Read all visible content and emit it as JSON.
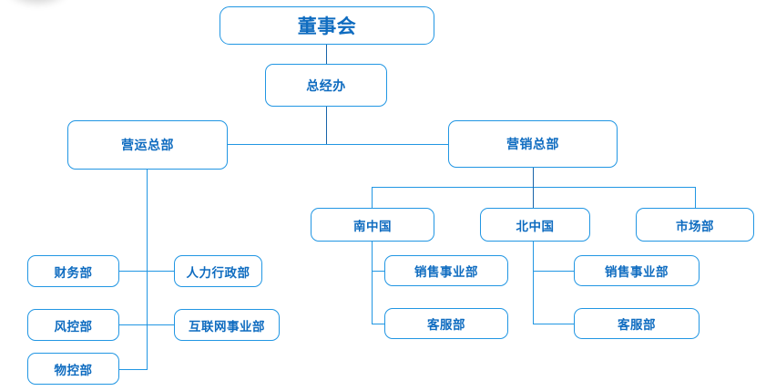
{
  "chart_data": {
    "type": "diagram",
    "diagram_kind": "organization-chart",
    "title": "",
    "orientation": "top-down",
    "colors": {
      "box_border": "#2196e3",
      "text": "#0f6cc0",
      "connector": "#2196e3",
      "connector_dark": "#1763a8",
      "background": "#ffffff"
    },
    "levels": [
      {
        "level": 0,
        "labels": [
          "董事会"
        ]
      },
      {
        "level": 1,
        "labels": [
          "总经办"
        ]
      },
      {
        "level": 2,
        "labels": [
          "营运总部",
          "营销总部"
        ]
      },
      {
        "level": 3,
        "labels": [
          "南中国",
          "北中国",
          "市场部"
        ]
      },
      {
        "level": 4,
        "labels": [
          "财务部",
          "风控部",
          "物控部",
          "人力行政部",
          "互联网事业部",
          "销售事业部",
          "客服部",
          "销售事业部",
          "客服部"
        ]
      }
    ],
    "edges": [
      {
        "from": "董事会",
        "to": "总经办"
      },
      {
        "from": "总经办",
        "to": "营运总部"
      },
      {
        "from": "总经办",
        "to": "营销总部"
      },
      {
        "from": "营销总部",
        "to": "南中国"
      },
      {
        "from": "营销总部",
        "to": "北中国"
      },
      {
        "from": "营销总部",
        "to": "市场部"
      },
      {
        "from": "南中国",
        "to": "销售事业部"
      },
      {
        "from": "南中国",
        "to": "客服部"
      },
      {
        "from": "北中国",
        "to": "销售事业部"
      },
      {
        "from": "北中国",
        "to": "客服部"
      },
      {
        "from": "营运总部",
        "to": "财务部"
      },
      {
        "from": "营运总部",
        "to": "人力行政部"
      },
      {
        "from": "营运总部",
        "to": "风控部"
      },
      {
        "from": "营运总部",
        "to": "互联网事业部"
      },
      {
        "from": "营运总部",
        "to": "物控部"
      }
    ]
  },
  "nodes": {
    "board": {
      "label": "董事会"
    },
    "gm_office": {
      "label": "总经办"
    },
    "operations_hq": {
      "label": "营运总部"
    },
    "marketing_hq": {
      "label": "营销总部"
    },
    "south_china": {
      "label": "南中国"
    },
    "north_china": {
      "label": "北中国"
    },
    "market_dept": {
      "label": "市场部"
    },
    "south_sales": {
      "label": "销售事业部"
    },
    "south_service": {
      "label": "客服部"
    },
    "north_sales": {
      "label": "销售事业部"
    },
    "north_service": {
      "label": "客服部"
    },
    "finance": {
      "label": "财务部"
    },
    "risk_control": {
      "label": "风控部"
    },
    "material_control": {
      "label": "物控部"
    },
    "hr_admin": {
      "label": "人力行政部"
    },
    "internet_div": {
      "label": "互联网事业部"
    }
  }
}
